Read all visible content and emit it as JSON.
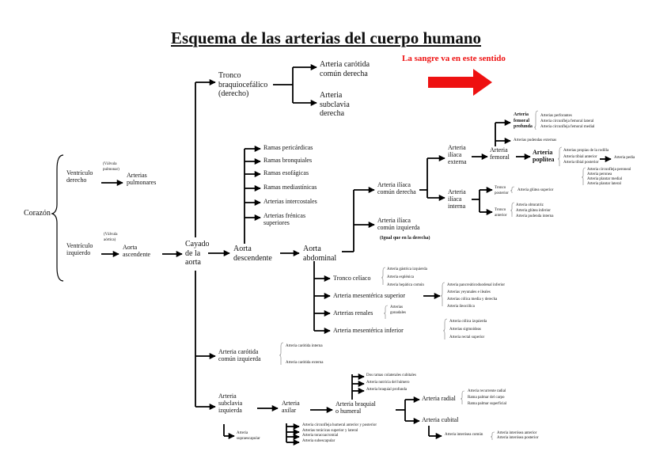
{
  "title": "Esquema de las arterias del cuerpo humano",
  "direction_note": "La sangre va en este sentido",
  "colors": {
    "arrow": "#ee1111",
    "lines": "#000000"
  },
  "root": "Corazón",
  "heart": {
    "ventricle_right": "Ventrículo\nderecho",
    "valve_pulmonary": "(Válvula\npulmonar)",
    "pulmonary_arteries": "Arterias\npulmonares",
    "ventricle_left": "Ventrículo\nizquierdo",
    "valve_aortic": "(Válvula\naórtica)",
    "aorta_ascending": "Aorta\nascendente"
  },
  "arch": "Cayado\nde la\naorta",
  "brachiocephalic": {
    "label": "Tronco\nbraquiocefálico\n(derecho)",
    "carotid_right": "Arteria carótida\ncomún derecha",
    "subclavian_right": "Arteria\nsubclavia\nderecha"
  },
  "descending": {
    "label": "Aorta\ndescendente",
    "branches": [
      "Ramas pericárdicas",
      "Ramas bronquiales",
      "Ramas esofágicas",
      "Ramas mediastínicas",
      "Arterias intercostales",
      "Arterias frénicas\nsuperiores"
    ]
  },
  "abdominal": {
    "label": "Aorta\nabdominal",
    "iliac_right": "Arteria ilíaca\ncomún derecha",
    "iliac_left": "Arteria ilíaca\ncomún izquierda",
    "iliac_left_note": "(Igual que en la derecha)",
    "iliac_external": "Arteria\nilíaca\nexterna",
    "iliac_internal": "Arteria\nilíaca\ninterna",
    "femoral": "Arteria\nfemoral",
    "femoral_deep": "Arteria\nfemoral\nprofunda",
    "femoral_deep_branches": [
      "Arterias perforantes",
      "Arteria circunfleja femoral lateral",
      "Arteria circunfleja femoral medial"
    ],
    "pudendas": "Arterias pudendas externas",
    "popliteal": "Arteria\npoplítea",
    "popliteal_branches": [
      "Arterias propias de la rodilla",
      "Arteria tibial anterior",
      "Arteria tibial posterior"
    ],
    "pedia": "Arteria pedia",
    "tibial_post_branches": [
      "Arteria circunfleja peroneal",
      "Arteria peronea",
      "Arteria plantar medial",
      "Arteria plantar lateral"
    ],
    "trunk_posterior": "Tronco\nposterior",
    "gluteal_superior": "Arteria glútea superior",
    "trunk_anterior": "Tronco\nanterior",
    "trunk_anterior_branches": [
      "Arteria obturatriz",
      "Arteria glútea inferior",
      "Arteria pudenda interna"
    ],
    "celiac": "Tronco celíaco",
    "celiac_branches": [
      "Arteria gástrica izquierda",
      "Arteria esplénica",
      "Arteria hepática común"
    ],
    "mesenteric_sup": "Arteria mesentérica superior",
    "mesenteric_sup_branches": [
      "Arteria pancreáticoduodenal inferior",
      "Arterias yeyunales e ileales",
      "Arterias cólica media y derecha",
      "Arteria ileocólica"
    ],
    "renal": "Arterias renales",
    "gonadal": "Arterias\ngonadales",
    "mesenteric_inf": "Arteria mesentérica inferior",
    "mesenteric_inf_branches": [
      "Arteria cólica izquierda",
      "Arterias sigmoideas",
      "Arteria rectal superior"
    ]
  },
  "carotid_left": {
    "label": "Arteria carótida\ncomún izquierda",
    "internal": "Arteria carótida interna",
    "external": "Arteria carótida externa"
  },
  "subclavian_left": {
    "label": "Arteria\nsubclavia\nizquierda",
    "suprascapular": "Arteria\nsupraescapular",
    "axillary": "Arteria\naxilar",
    "axillary_branches": [
      "Arteria circunfleja humeral anterior y posterior",
      "Arterias torácicas superior y lateral",
      "Arteria toracoacromial",
      "Arteria subescapular"
    ],
    "brachial": "Arteria braquial\no humeral",
    "brachial_branches": [
      "Dos ramas colaterales cubitales",
      "Arteria nutricia del húmero",
      "Arteria braquial profunda"
    ],
    "radial": "Arteria radial",
    "radial_branches": [
      "Arteria recurrente radial",
      "Rama palmar del carpo",
      "Rama palmar superficial"
    ],
    "ulnar": "Arteria cubital",
    "interosseous": "Arteria interósea común",
    "interosseous_branches": [
      "Arteria interósea anterior",
      "Arteria interósea posterior"
    ]
  }
}
